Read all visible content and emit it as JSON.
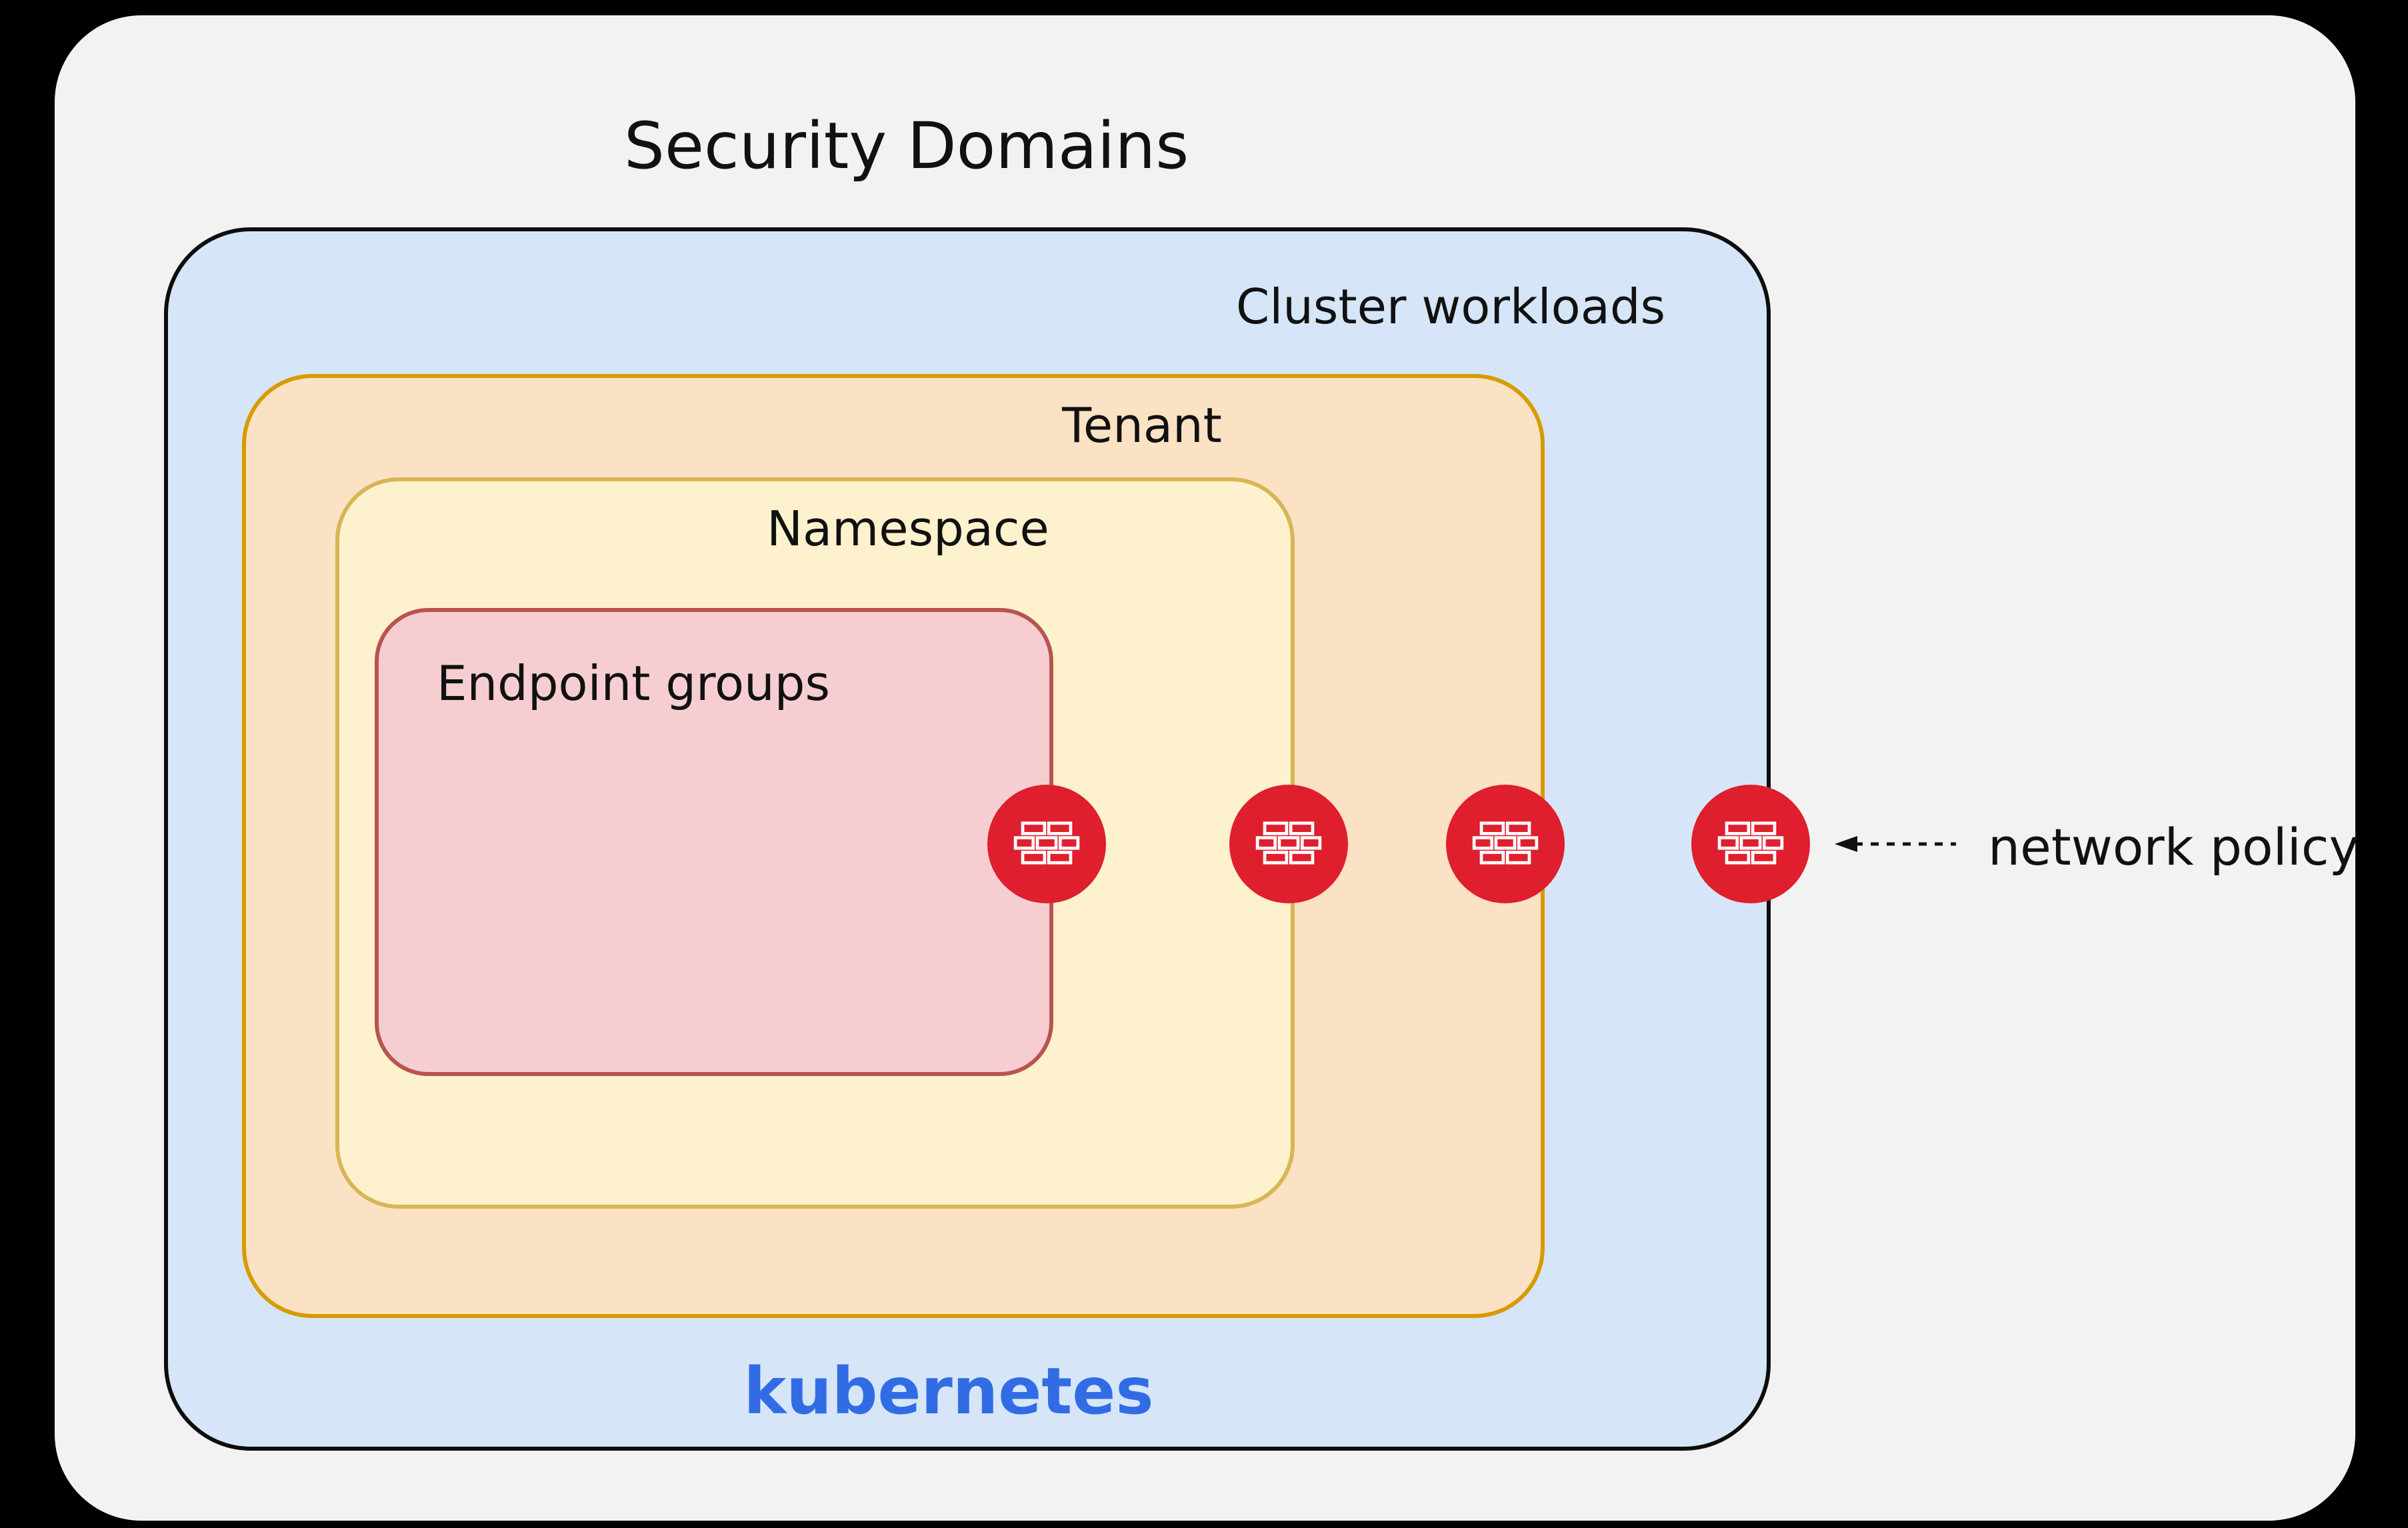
{
  "title": "Security Domains",
  "diagram": {
    "cluster": {
      "label": "Cluster workloads",
      "brand": "kubernetes"
    },
    "tenant": {
      "label": "Tenant"
    },
    "namespace": {
      "label": "Namespace"
    },
    "endpoint_groups": {
      "label": "Endpoint groups"
    },
    "network_policy": {
      "label": "network policy"
    }
  },
  "icons": {
    "firewall": "firewall-icon",
    "arrow": "dashed-left-arrow-icon"
  },
  "colors": {
    "background": "#000000",
    "panel": "#f2f2f2",
    "cluster_fill": "#d6e6f8",
    "cluster_border": "#0d0d0d",
    "tenant_fill": "#fbe2c4",
    "tenant_border": "#d79b00",
    "namespace_fill": "#fdf2cd",
    "namespace_border": "#d6b656",
    "endpoint_fill": "#f6ced2",
    "endpoint_border": "#b85450",
    "firewall_red": "#df1f2e",
    "kubernetes_blue": "#326ce5",
    "text": "#111111"
  }
}
